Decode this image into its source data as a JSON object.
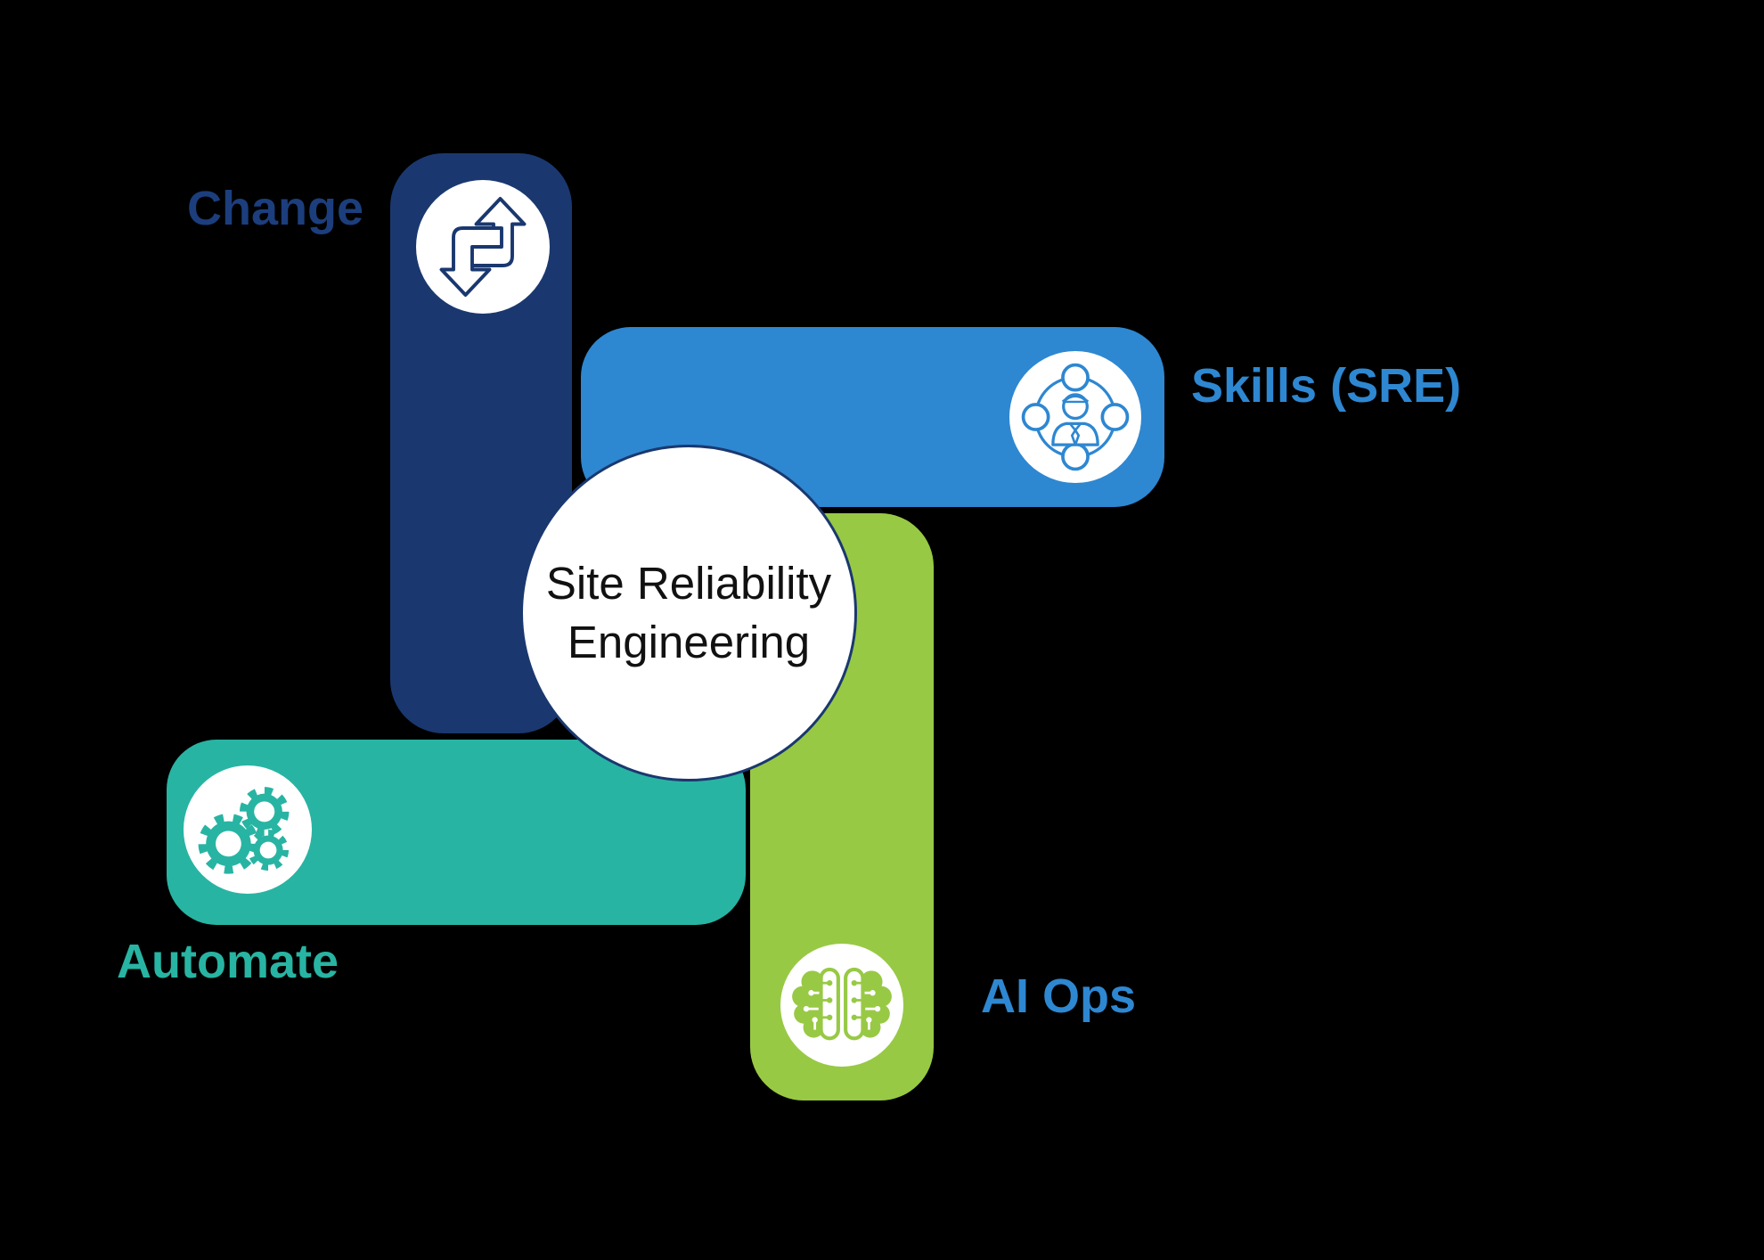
{
  "title": {
    "line1": "Site Reliability",
    "line2": "Engineering"
  },
  "colors": {
    "background": "#000000",
    "navy": "#1a386f",
    "blue": "#2e87d1",
    "teal": "#28b4a3",
    "green": "#98c945",
    "center_circle_fill": "#ffffff",
    "center_circle_border": "#1a386f",
    "center_text": "#111111",
    "change_label": "#1c3e7d",
    "skills_label": "#2e87d1",
    "automate_label": "#28b4a3",
    "ai_ops_label": "#2e87d1"
  },
  "nodes": [
    {
      "id": "change",
      "label": "Change",
      "icon": "swap-arrows-icon",
      "color": "#1a386f",
      "orientation": "vertical"
    },
    {
      "id": "skills_sre",
      "label": "Skills (SRE)",
      "icon": "team-orbit-icon",
      "color": "#2e87d1",
      "orientation": "horizontal"
    },
    {
      "id": "automate",
      "label": "Automate",
      "icon": "gears-icon",
      "color": "#28b4a3",
      "orientation": "horizontal"
    },
    {
      "id": "ai_ops",
      "label": "AI Ops",
      "icon": "circuit-brain-icon",
      "color": "#98c945",
      "orientation": "vertical"
    }
  ]
}
